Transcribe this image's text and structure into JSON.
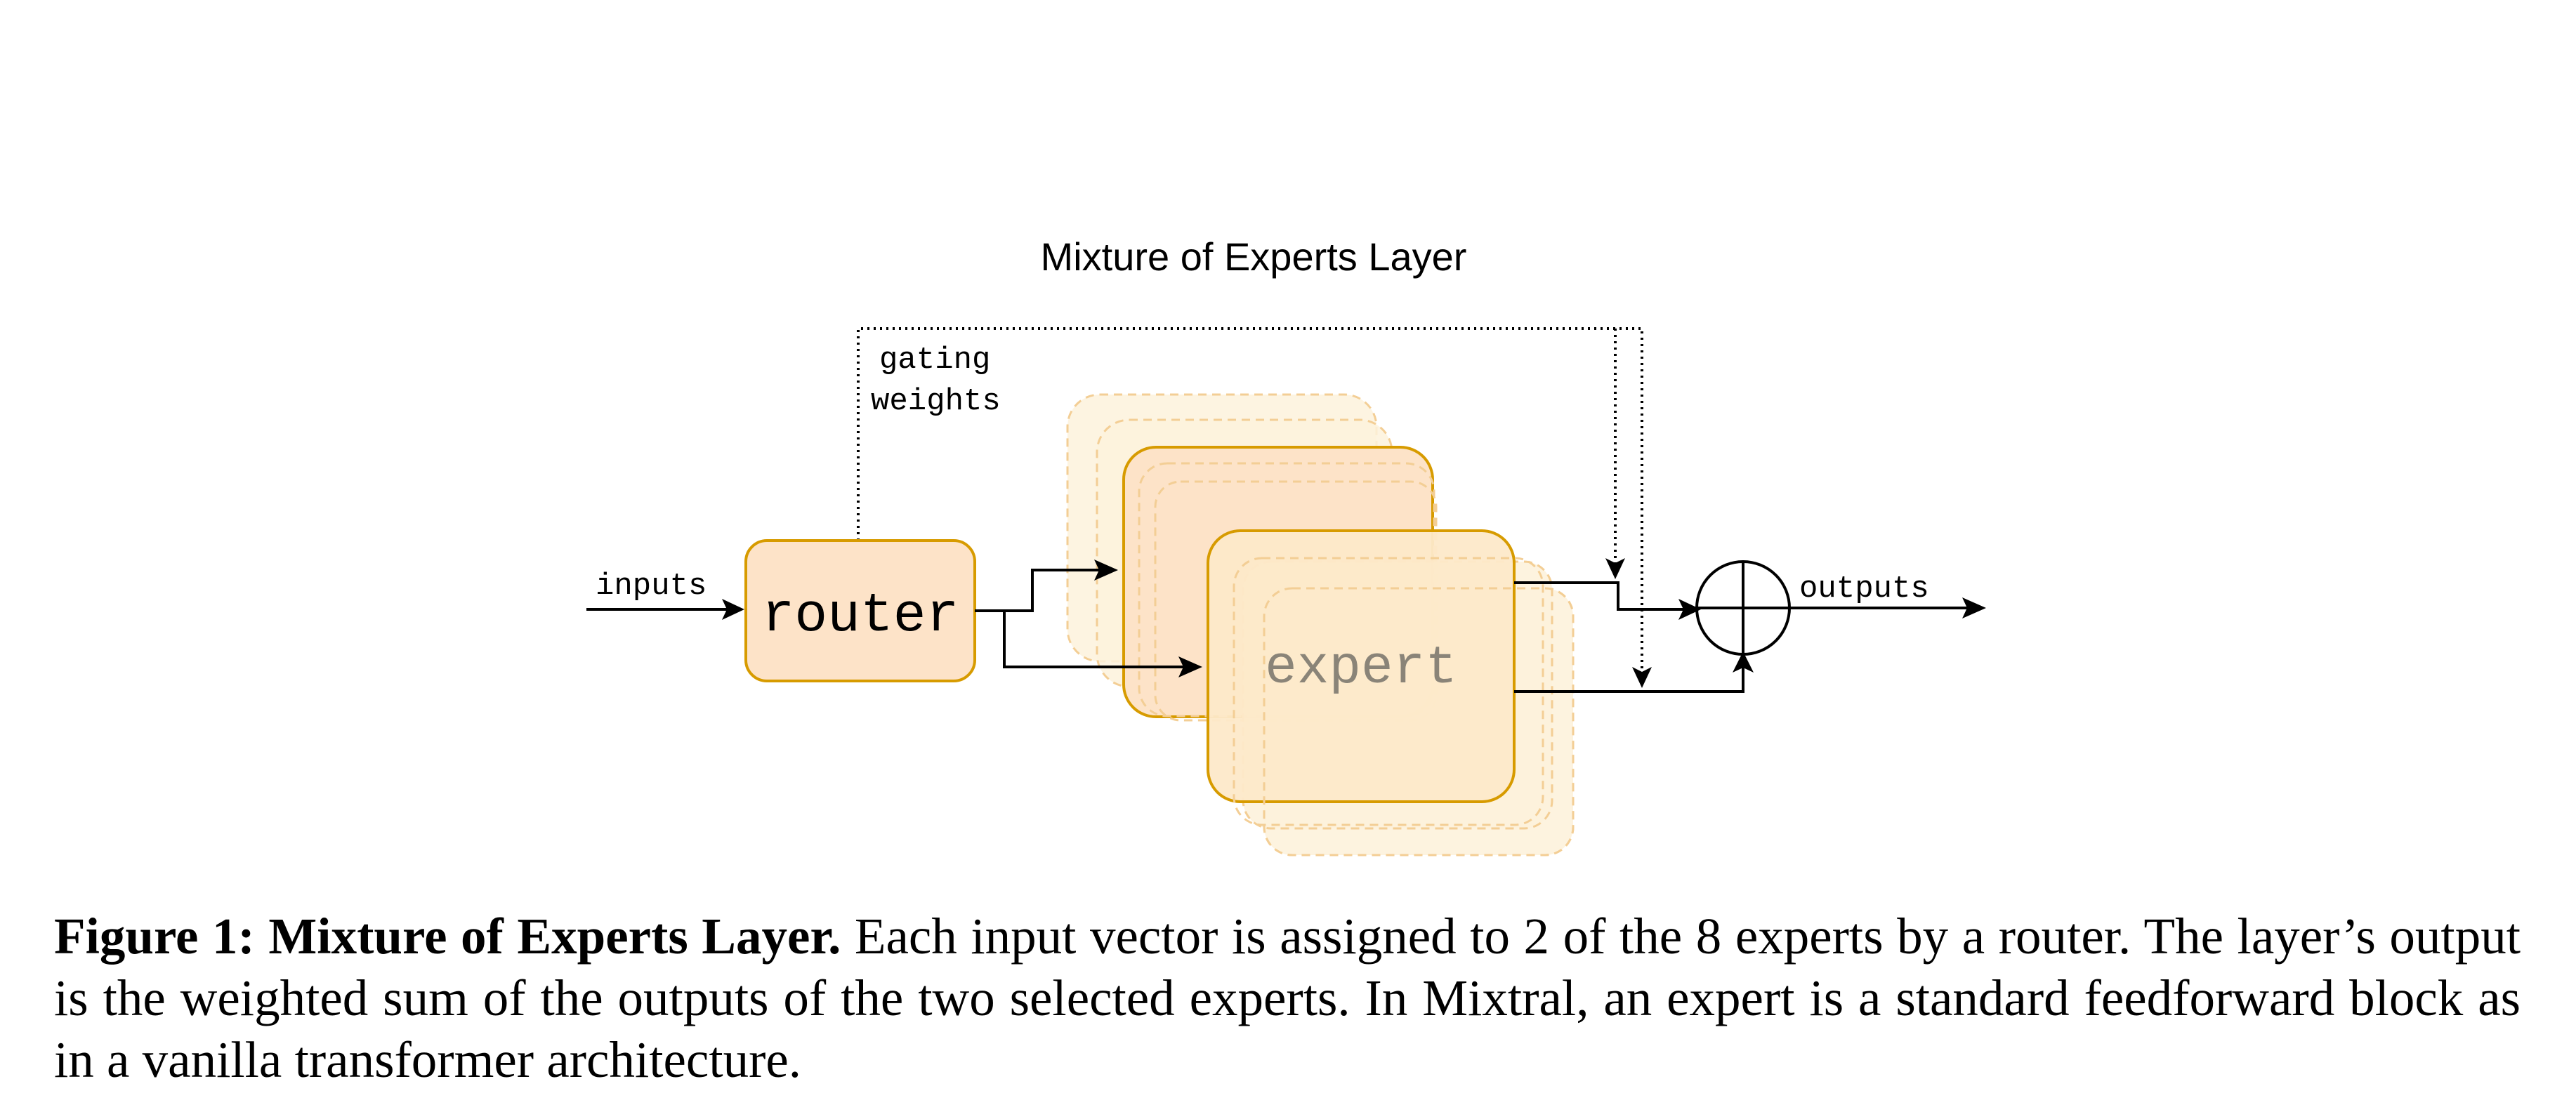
{
  "diagram": {
    "title": "Mixture of Experts Layer",
    "gating_label_line1": "gating",
    "gating_label_line2": "weights",
    "inputs_label": "inputs",
    "router_label": "router",
    "expert_label": "expert",
    "outputs_label": "outputs",
    "colors": {
      "router_fill": "#fde3c8",
      "router_stroke": "#d79b00",
      "expert_fill": "#fde9c9",
      "expert_stroke": "#d79b00",
      "expert_ghost_fill": "#fdf2dc",
      "expert_ghost_stroke": "#f3ce95",
      "line": "#000000"
    }
  },
  "caption": {
    "label": "Figure 1: Mixture of Experts Layer.",
    "text": " Each input vector is assigned to 2 of the 8 experts by a router. The layer’s output is the weighted sum of the outputs of the two selected experts. In Mixtral, an expert is a standard feedforward block as in a vanilla transformer architecture."
  }
}
